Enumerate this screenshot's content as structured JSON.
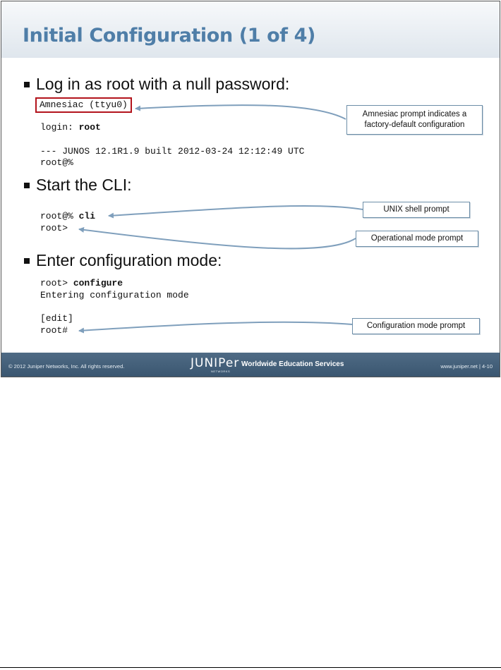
{
  "slide": {
    "title": "Initial Configuration (1 of 4)"
  },
  "bullets": [
    "Log in as root with a null password:",
    "Start the CLI:",
    "Enter configuration mode:"
  ],
  "code": {
    "amnesiac": "Amnesiac (ttyu0)",
    "login_prefix": "login: ",
    "login_user": "root",
    "junos_banner": "--- JUNOS 12.1R1.9 built 2012-03-24 12:12:49 UTC",
    "shell_prompt": "root@%",
    "cli_prefix": "root@% ",
    "cli_cmd": "cli",
    "op_prompt": "root>",
    "configure_prefix": "root> ",
    "configure_cmd": "configure",
    "entering": "Entering configuration mode",
    "edit": "[edit]",
    "config_prompt": "root#"
  },
  "callouts": {
    "amnesiac_line1": "Amnesiac prompt indicates a",
    "amnesiac_line2": "factory-default configuration",
    "unix": "UNIX shell prompt",
    "operational": "Operational mode prompt",
    "configuration": "Configuration mode prompt"
  },
  "footer": {
    "copyright": "© 2012 Juniper Networks, Inc. All rights reserved.",
    "logo": "JUNIPer",
    "logo_sub": "NETWORKS",
    "services": "Worldwide Education Services",
    "url": "www.juniper.net  |  4-10"
  },
  "colors": {
    "title": "#4f7ea8",
    "highlight_box": "#b3141c",
    "arrow": "#7f9fbc",
    "footer": "#3f5b75"
  }
}
